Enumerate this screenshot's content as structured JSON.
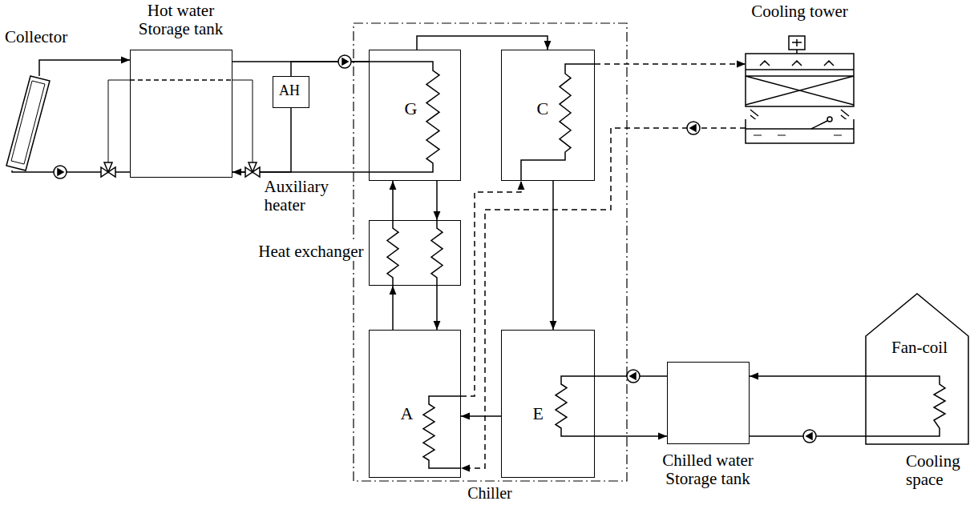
{
  "diagram": {
    "nodes": [
      {
        "text": [
          "Collector"
        ]
      },
      {
        "text": [
          "Hot water Storage tank"
        ]
      },
      {
        "text": [
          "AH",
          "Auxiliary heater"
        ]
      },
      {
        "text": [
          "Chiller"
        ]
      },
      {
        "text": [
          "G"
        ],
        "in": 3
      },
      {
        "text": [
          "C"
        ],
        "in": 3
      },
      {
        "text": [
          "Heat exchanger"
        ],
        "in": 3
      },
      {
        "text": [
          "A"
        ],
        "in": 3
      },
      {
        "text": [
          "E"
        ],
        "in": 3
      },
      {
        "text": [
          "Cooling tower"
        ]
      },
      {
        "text": [
          "Chilled water Storage tank"
        ]
      },
      {
        "text": [
          "Fan-coil",
          "Cooling space"
        ]
      }
    ],
    "edges": [
      {
        "from": 0,
        "to": 1,
        "arrow": "to"
      },
      {
        "from": 1,
        "to": 0,
        "arrow": "none"
      },
      {
        "from": 1,
        "to": 4,
        "arrow": "none"
      },
      {
        "from": 4,
        "to": 1,
        "arrow": "to"
      },
      {
        "from": 2,
        "to": 4,
        "arrow": "none"
      },
      {
        "from": 2,
        "to": 1,
        "arrow": "none"
      },
      {
        "from": 4,
        "to": 5,
        "arrow": "to"
      },
      {
        "from": 5,
        "to": 8,
        "arrow": "to"
      },
      {
        "from": 8,
        "to": 7,
        "arrow": "to"
      },
      {
        "from": 4,
        "to": 6,
        "arrow": "to"
      },
      {
        "from": 6,
        "to": 4,
        "arrow": "to"
      },
      {
        "from": 6,
        "to": 7,
        "arrow": "to"
      },
      {
        "from": 7,
        "to": 6,
        "arrow": "to"
      },
      {
        "from": 5,
        "to": 9,
        "arrow": "to"
      },
      {
        "from": 9,
        "to": 7,
        "arrow": "to"
      },
      {
        "from": 7,
        "to": 5,
        "arrow": "to"
      },
      {
        "from": 8,
        "to": 10,
        "arrow": "to"
      },
      {
        "from": 10,
        "to": 8,
        "arrow": "none"
      },
      {
        "from": 11,
        "to": 10,
        "arrow": "to"
      },
      {
        "from": 10,
        "to": 11,
        "arrow": "none"
      }
    ]
  }
}
